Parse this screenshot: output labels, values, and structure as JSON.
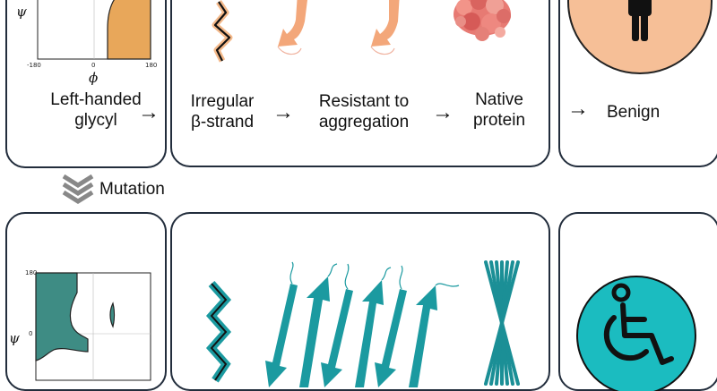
{
  "top_row": {
    "glycyl": {
      "plot": {
        "y_axis_symbol": "ψ",
        "x_axis_symbol": "ϕ",
        "tick_neg180": "-180",
        "tick_0": "0",
        "tick_180": "180",
        "region_color": "#e8a75a"
      },
      "label_line1": "Left-handed",
      "label_line2": "glycyl"
    },
    "steps": [
      {
        "line1": "Irregular",
        "line2": "β-strand"
      },
      {
        "line1": "Resistant to",
        "line2": "aggregation"
      },
      {
        "line1": "Native",
        "line2": "protein"
      }
    ],
    "outcome_label": "Benign",
    "outcome_color": "#f6bf97",
    "arrow_symbol": "→"
  },
  "mutation_label": "Mutation",
  "bottom_row": {
    "glycyl_plot": {
      "tick_180": "180",
      "tick_0": "0",
      "y_axis_symbol": "ψ",
      "region_color": "#3e8c84"
    },
    "strand_color": "#1b9aa0",
    "outcome_icon": "wheelchair-icon",
    "outcome_color": "#1bbcc0"
  }
}
